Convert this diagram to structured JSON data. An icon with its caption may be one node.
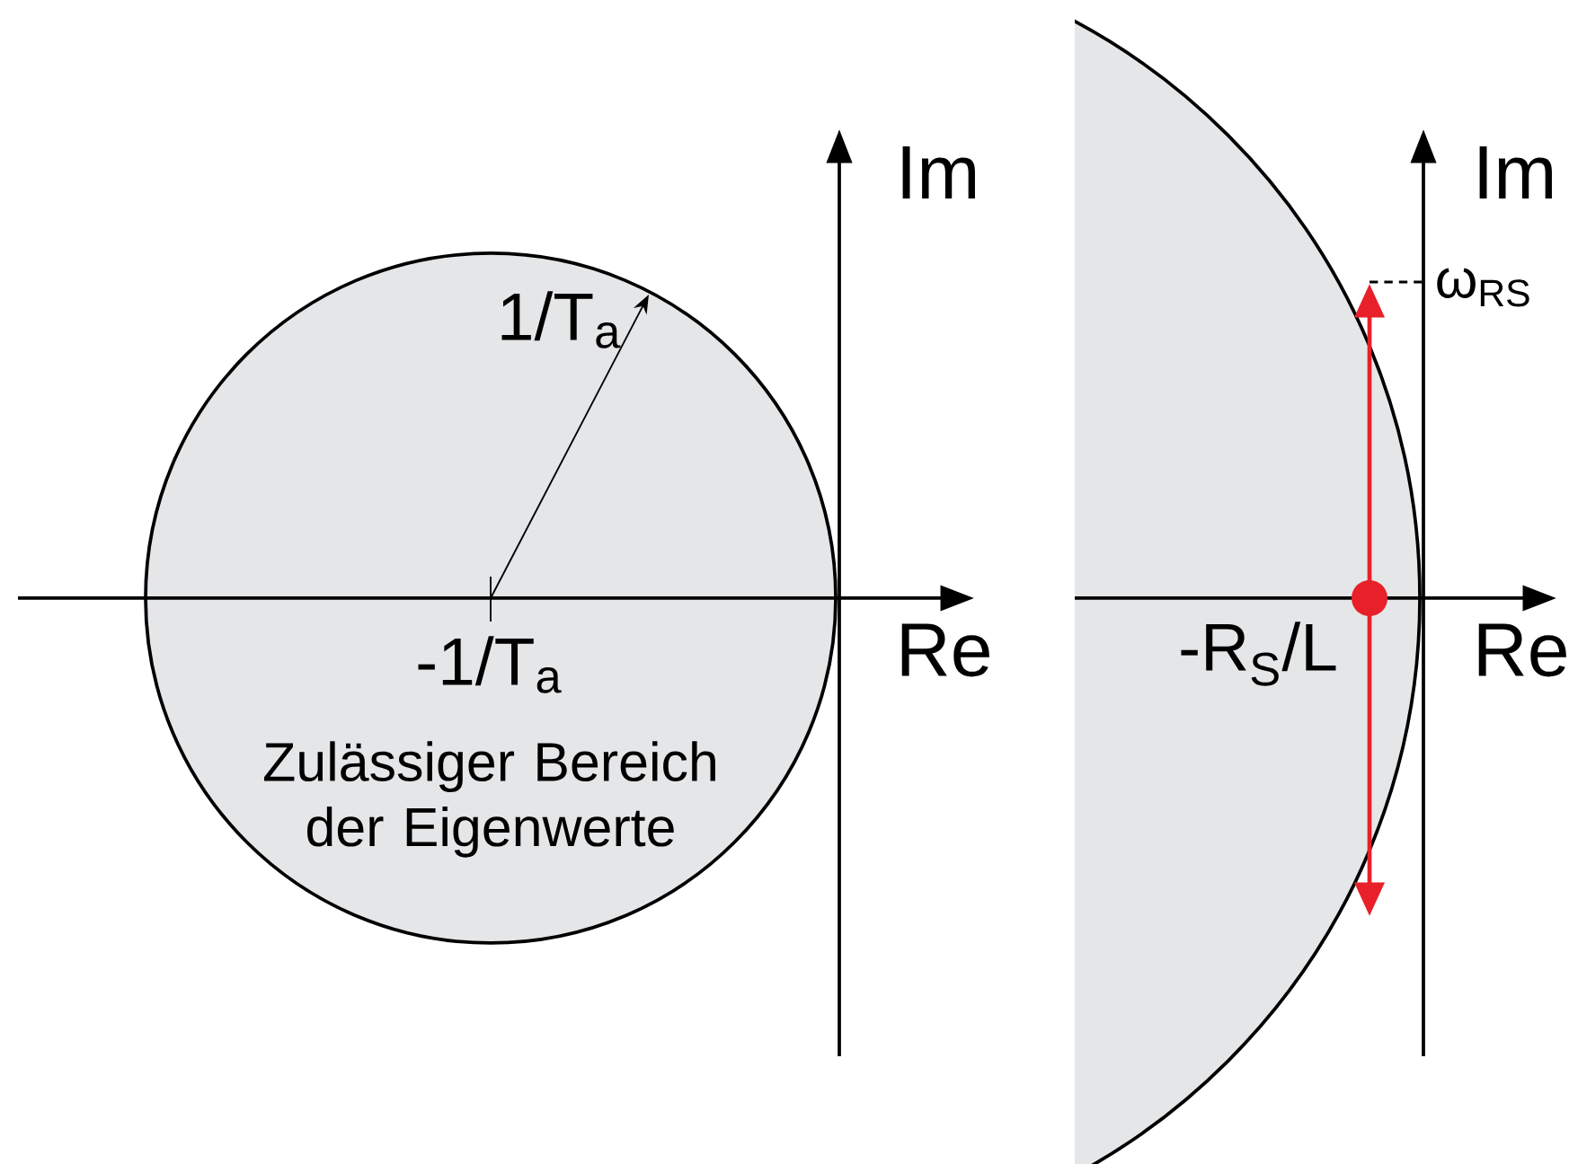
{
  "diagram": {
    "nodes": [
      {
        "text": [
          "Zulässiger Bereich der Eigenwerte"
        ]
      }
    ],
    "labels": [
      "Im",
      "Re",
      "1/T$_{a}$",
      "-1/T$_{a}$",
      "Im",
      "Re",
      "ω$_{RS}$",
      "-R$_{S}$/L"
    ]
  }
}
